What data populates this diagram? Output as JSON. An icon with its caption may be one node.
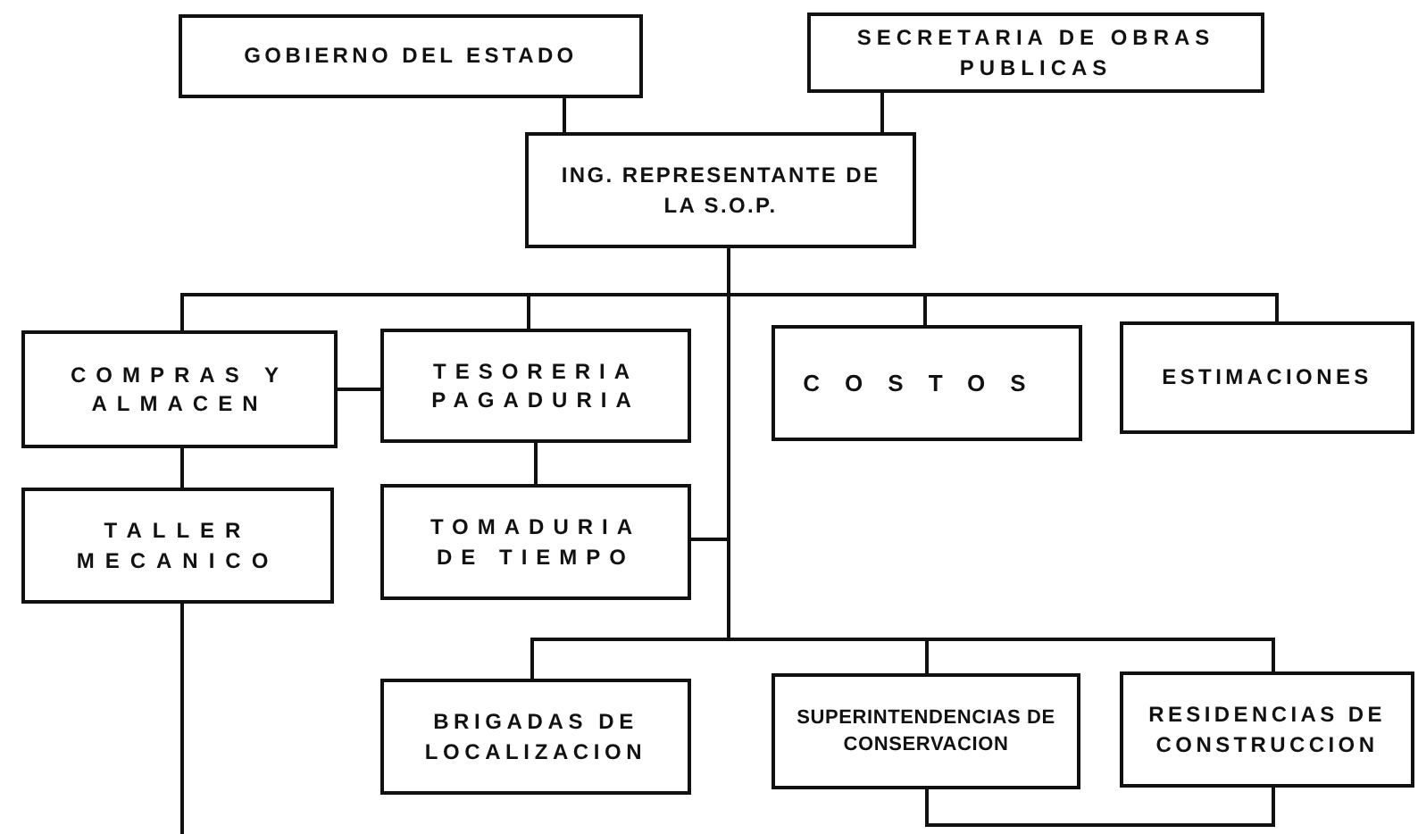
{
  "diagram": {
    "nodes": [
      {
        "text": [
          "GOBIERNO DEL ESTADO"
        ]
      },
      {
        "text": [
          "SECRETARIA DE OBRAS PUBLICAS"
        ]
      },
      {
        "text": [
          "ING. REPRESENTANTE DE LA S.O.P."
        ]
      },
      {
        "text": [
          "COMPRAS Y ALMACEN"
        ]
      },
      {
        "text": [
          "TESORERIA PAGADURIA"
        ]
      },
      {
        "text": [
          "COSTOS"
        ]
      },
      {
        "text": [
          "ESTIMACIONES"
        ]
      },
      {
        "text": [
          "TALLER MECANICO"
        ]
      },
      {
        "text": [
          "TOMADURIA DE TIEMPO"
        ]
      },
      {
        "text": [
          "BRIGADAS DE LOCALIZACION"
        ]
      },
      {
        "text": [
          "SUPERINTENDENCIAS DE CONSERVACION"
        ]
      },
      {
        "text": [
          "RESIDENCIAS DE CONSTRUCCION"
        ]
      }
    ],
    "edges": [
      {
        "from": 0,
        "to": 2,
        "arrow": "none"
      },
      {
        "from": 1,
        "to": 2,
        "arrow": "none"
      },
      {
        "from": 2,
        "to": 3,
        "arrow": "none"
      },
      {
        "from": 2,
        "to": 4,
        "arrow": "none"
      },
      {
        "from": 2,
        "to": 5,
        "arrow": "none"
      },
      {
        "from": 2,
        "to": 6,
        "arrow": "none"
      },
      {
        "from": 3,
        "to": 4,
        "arrow": "none"
      },
      {
        "from": 3,
        "to": 7,
        "arrow": "none"
      },
      {
        "from": 4,
        "to": 8,
        "arrow": "none"
      },
      {
        "from": 2,
        "to": 8,
        "arrow": "none"
      },
      {
        "from": 2,
        "to": 9,
        "arrow": "none"
      },
      {
        "from": 2,
        "to": 10,
        "arrow": "none"
      },
      {
        "from": 2,
        "to": 11,
        "arrow": "none"
      },
      {
        "from": 10,
        "to": 11,
        "arrow": "none"
      },
      {
        "from": 7,
        "to": null,
        "arrow": "none"
      }
    ]
  }
}
